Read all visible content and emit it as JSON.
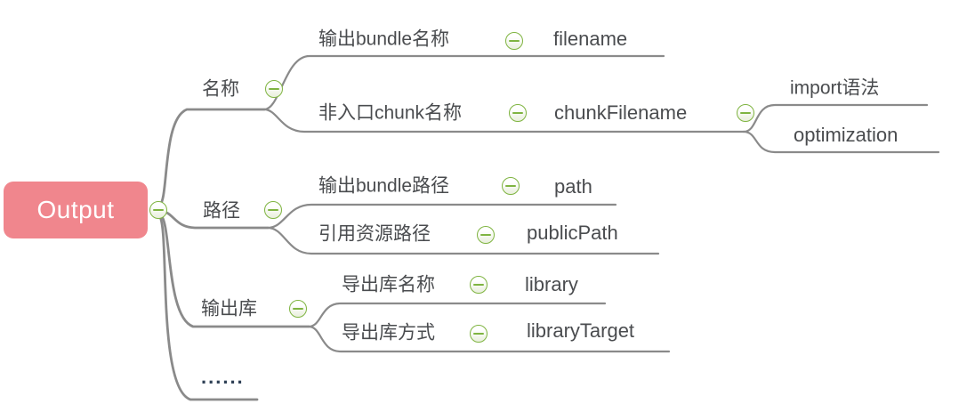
{
  "colors": {
    "root_background": "#f0868d",
    "root_text": "#ffffff",
    "branch_line": "#8a8a8a",
    "node_text": "#4a4c4f",
    "ellipsis_text": "#2f4156",
    "icon_green": "#7fb441",
    "canvas_background": "#ffffff"
  },
  "icons": {
    "collapse": "minus-circle-icon"
  },
  "mindmap": {
    "root": {
      "label": "Output"
    },
    "branches": [
      {
        "label": "名称",
        "children": [
          {
            "label": "输出bundle名称",
            "value": "filename"
          },
          {
            "label": "非入口chunk名称",
            "value": "chunkFilename",
            "children": [
              {
                "label": "import语法"
              },
              {
                "label": "optimization"
              }
            ]
          }
        ]
      },
      {
        "label": "路径",
        "children": [
          {
            "label": "输出bundle路径",
            "value": "path"
          },
          {
            "label": "引用资源路径",
            "value": "publicPath"
          }
        ]
      },
      {
        "label": "输出库",
        "children": [
          {
            "label": "导出库名称",
            "value": "library"
          },
          {
            "label": "导出库方式",
            "value": "libraryTarget"
          }
        ]
      },
      {
        "label": "......"
      }
    ]
  }
}
